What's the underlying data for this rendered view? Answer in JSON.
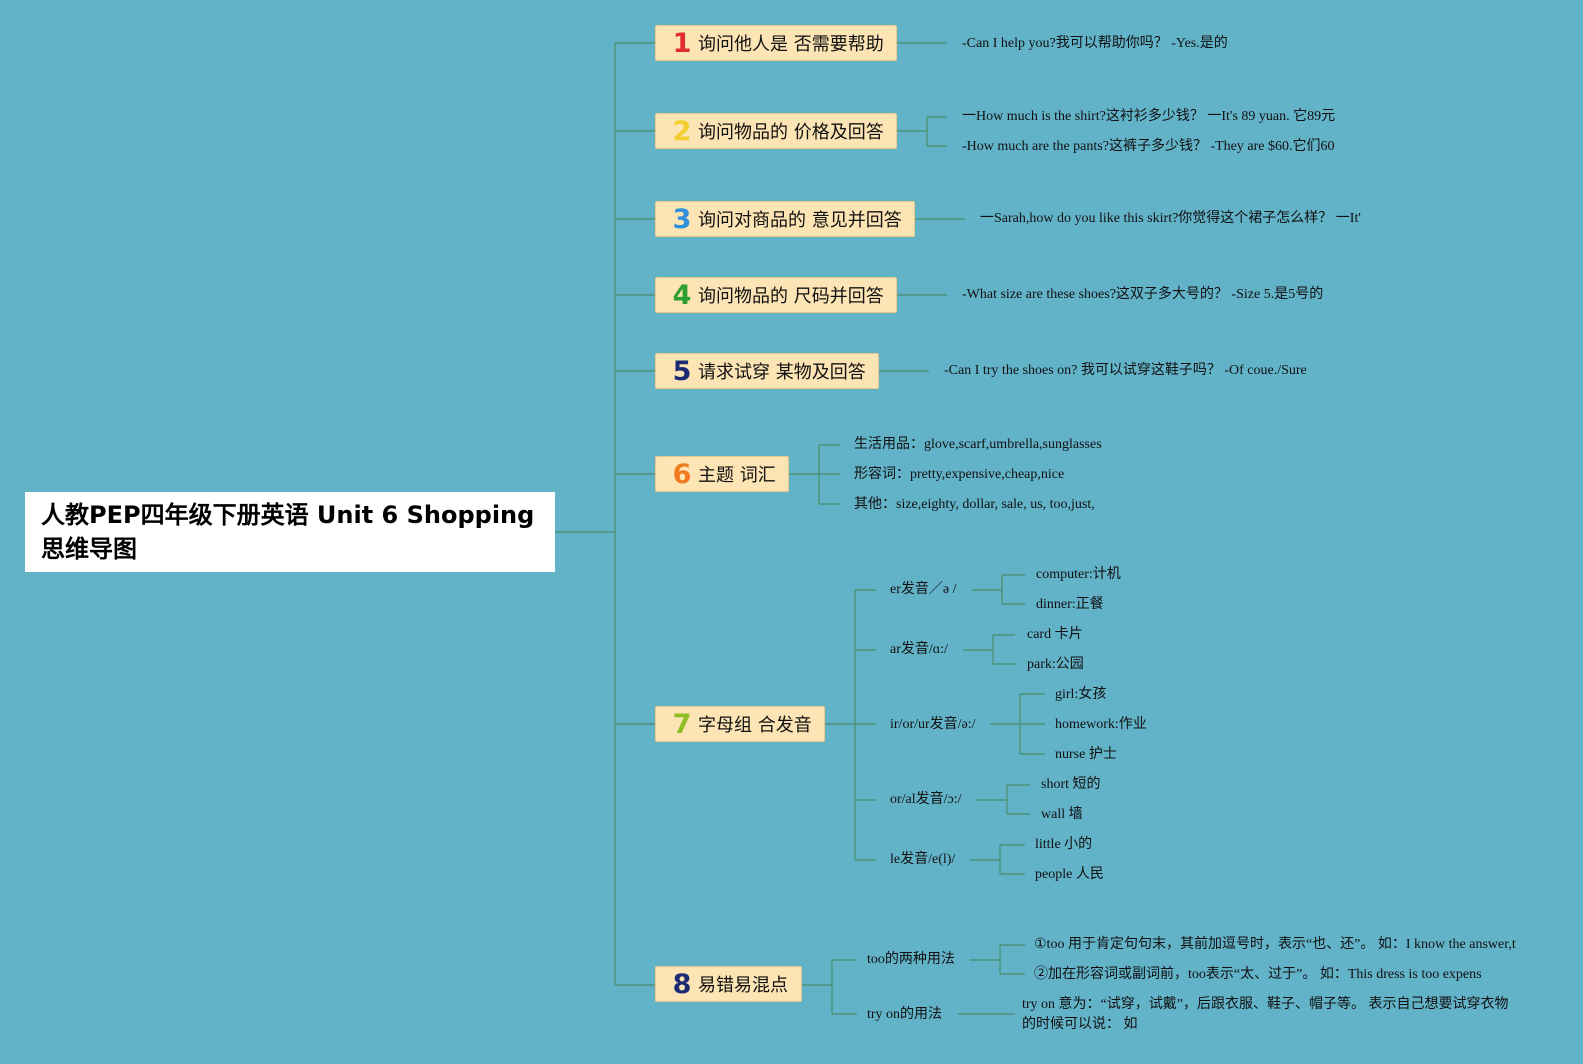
{
  "root": {
    "title": "人教PEP四年级下册英语 Unit 6 Shopping思维导图"
  },
  "colors": {
    "background": "#62b2c8",
    "branch_fill": "#fce4b4",
    "connector": "#4a8d6a",
    "num1": "#e22d2d",
    "num2": "#f2cf2f",
    "num3": "#2f8fd8",
    "num4": "#2e9e2e",
    "num5": "#1c2a74",
    "num6": "#f07a1f",
    "num7": "#8fbe22",
    "num8": "#1c2a74"
  },
  "branches": [
    {
      "num": "1",
      "label": "询问他人是 否需要帮助",
      "items": [
        "-Can I help you?我可以帮助你吗？ -Yes.是的"
      ]
    },
    {
      "num": "2",
      "label": "询问物品的 价格及回答",
      "items": [
        "一How much is the shirt?这衬衫多少钱？ 一It's 89 yuan. 它89元",
        "-How much are the pants?这裤子多少钱？ -They are $60.它们60"
      ]
    },
    {
      "num": "3",
      "label": "询问对商品的 意见并回答",
      "items": [
        "一Sarah,how do you like this skirt?你觉得这个裙子怎么样？ 一It'"
      ]
    },
    {
      "num": "4",
      "label": "询问物品的 尺码并回答",
      "items": [
        "-What size are these shoes?这双子多大号的？ -Size 5.是5号的"
      ]
    },
    {
      "num": "5",
      "label": "请求试穿 某物及回答",
      "items": [
        "-Can I try the shoes on? 我可以试穿这鞋子吗？ -Of coue./Sure"
      ]
    },
    {
      "num": "6",
      "label": "主题 词汇",
      "items": [
        "生活用品：glove,scarf,umbrella,sunglasses",
        "形容词：pretty,expensive,cheap,nice",
        "其他：size,eighty, dollar, sale, us, too,just,"
      ]
    },
    {
      "num": "7",
      "label": "字母组 合发音",
      "groups": [
        {
          "label": "er发音／ə /",
          "items": [
            "computer:计机",
            "dinner:正餐"
          ]
        },
        {
          "label": "ar发音/ɑ:/",
          "items": [
            "card 卡片",
            "park:公园"
          ]
        },
        {
          "label": "ir/or/ur发音/ə:/",
          "items": [
            "girl:女孩",
            "homework:作业",
            "nurse 护士"
          ]
        },
        {
          "label": "or/al发音/ɔ:/",
          "items": [
            "short 短的",
            "wall 墙"
          ]
        },
        {
          "label": "le发音/e(l)/",
          "items": [
            "little 小的",
            "people 人民"
          ]
        }
      ]
    },
    {
      "num": "8",
      "label": "易错易混点",
      "groups": [
        {
          "label": "too的两种用法",
          "items": [
            "①too 用于肯定句句末，其前加逗号时，表示“也、还”。 如：I know the answer,t",
            "②加在形容词或副词前，too表示“太、过于”。 如：This dress is too expens"
          ]
        },
        {
          "label": "try on的用法",
          "items": [
            "try on 意为：“试穿，试戴”，后跟衣服、鞋子、帽子等。 表示自己想要试穿衣物的时候可以说： 如"
          ]
        }
      ]
    }
  ]
}
